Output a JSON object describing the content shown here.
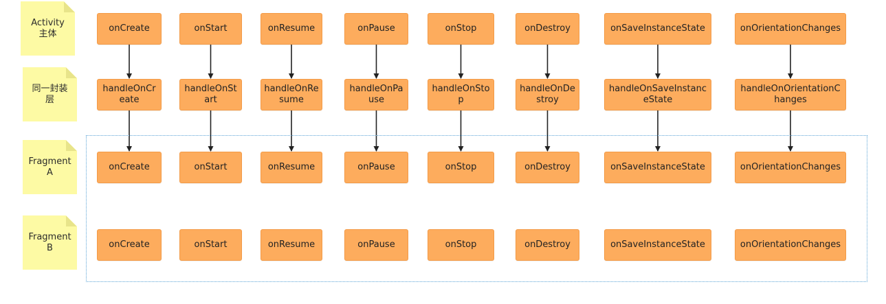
{
  "rows": [
    {
      "label": "Activity\n主体",
      "items": [
        "onCreate",
        "onStart",
        "onResume",
        "onPause",
        "onStop",
        "onDestroy",
        "onSaveInstanceState",
        "onOrientationChanges"
      ]
    },
    {
      "label": "同一封装\n层",
      "items": [
        "handleOnCreate",
        "handleOnStart",
        "handleOnResume",
        "handleOnPause",
        "handleOnStop",
        "handleOnDestroy",
        "handleOnSaveInstanceState",
        "handleOnOrientationChanges"
      ]
    },
    {
      "label": "Fragment\nA",
      "items": [
        "onCreate",
        "onStart",
        "onResume",
        "onPause",
        "onStop",
        "onDestroy",
        "onSaveInstanceState",
        "onOrientationChanges"
      ]
    },
    {
      "label": "Fragment\nB",
      "items": [
        "onCreate",
        "onStart",
        "onResume",
        "onPause",
        "onStop",
        "onDestroy",
        "onSaveInstanceState",
        "onOrientationChanges"
      ]
    }
  ],
  "colors": {
    "box_fill": "#fdac5d",
    "box_border": "#f39a46",
    "note_fill": "#fdfaa4",
    "group_border": "#5aa3d6",
    "arrow": "#222222"
  }
}
